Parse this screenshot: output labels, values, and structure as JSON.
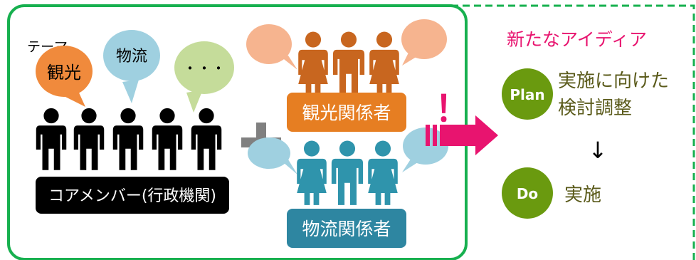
{
  "left_panel": {
    "theme_label": "テーマ",
    "bubbles": [
      "観光",
      "物流",
      "・・・"
    ],
    "core_label": "コアメンバー(行政機関)"
  },
  "groups": {
    "tourism_label": "観光関係者",
    "logistics_label": "物流関係者"
  },
  "exclaim": "！",
  "right_panel": {
    "title": "新たなアイディア",
    "plan_badge": "Plan",
    "plan_text_line1": "実施に向けた",
    "plan_text_line2": "検討調整",
    "arrow_down": "↓",
    "do_badge": "Do",
    "do_text": "実施"
  },
  "colors": {
    "green": "#17b04f",
    "orange": "#f08a3c",
    "light_blue": "#9fd0e0",
    "light_green": "#c5dc9a",
    "peach": "#f6b48f",
    "tourism_brown": "#c8661f",
    "tourism_box": "#e67e22",
    "logistics_teal": "#2f94ac",
    "logistics_box": "#2e86a1",
    "magenta": "#e8146f",
    "olive": "#6a9a0f",
    "gray": "#808080"
  }
}
